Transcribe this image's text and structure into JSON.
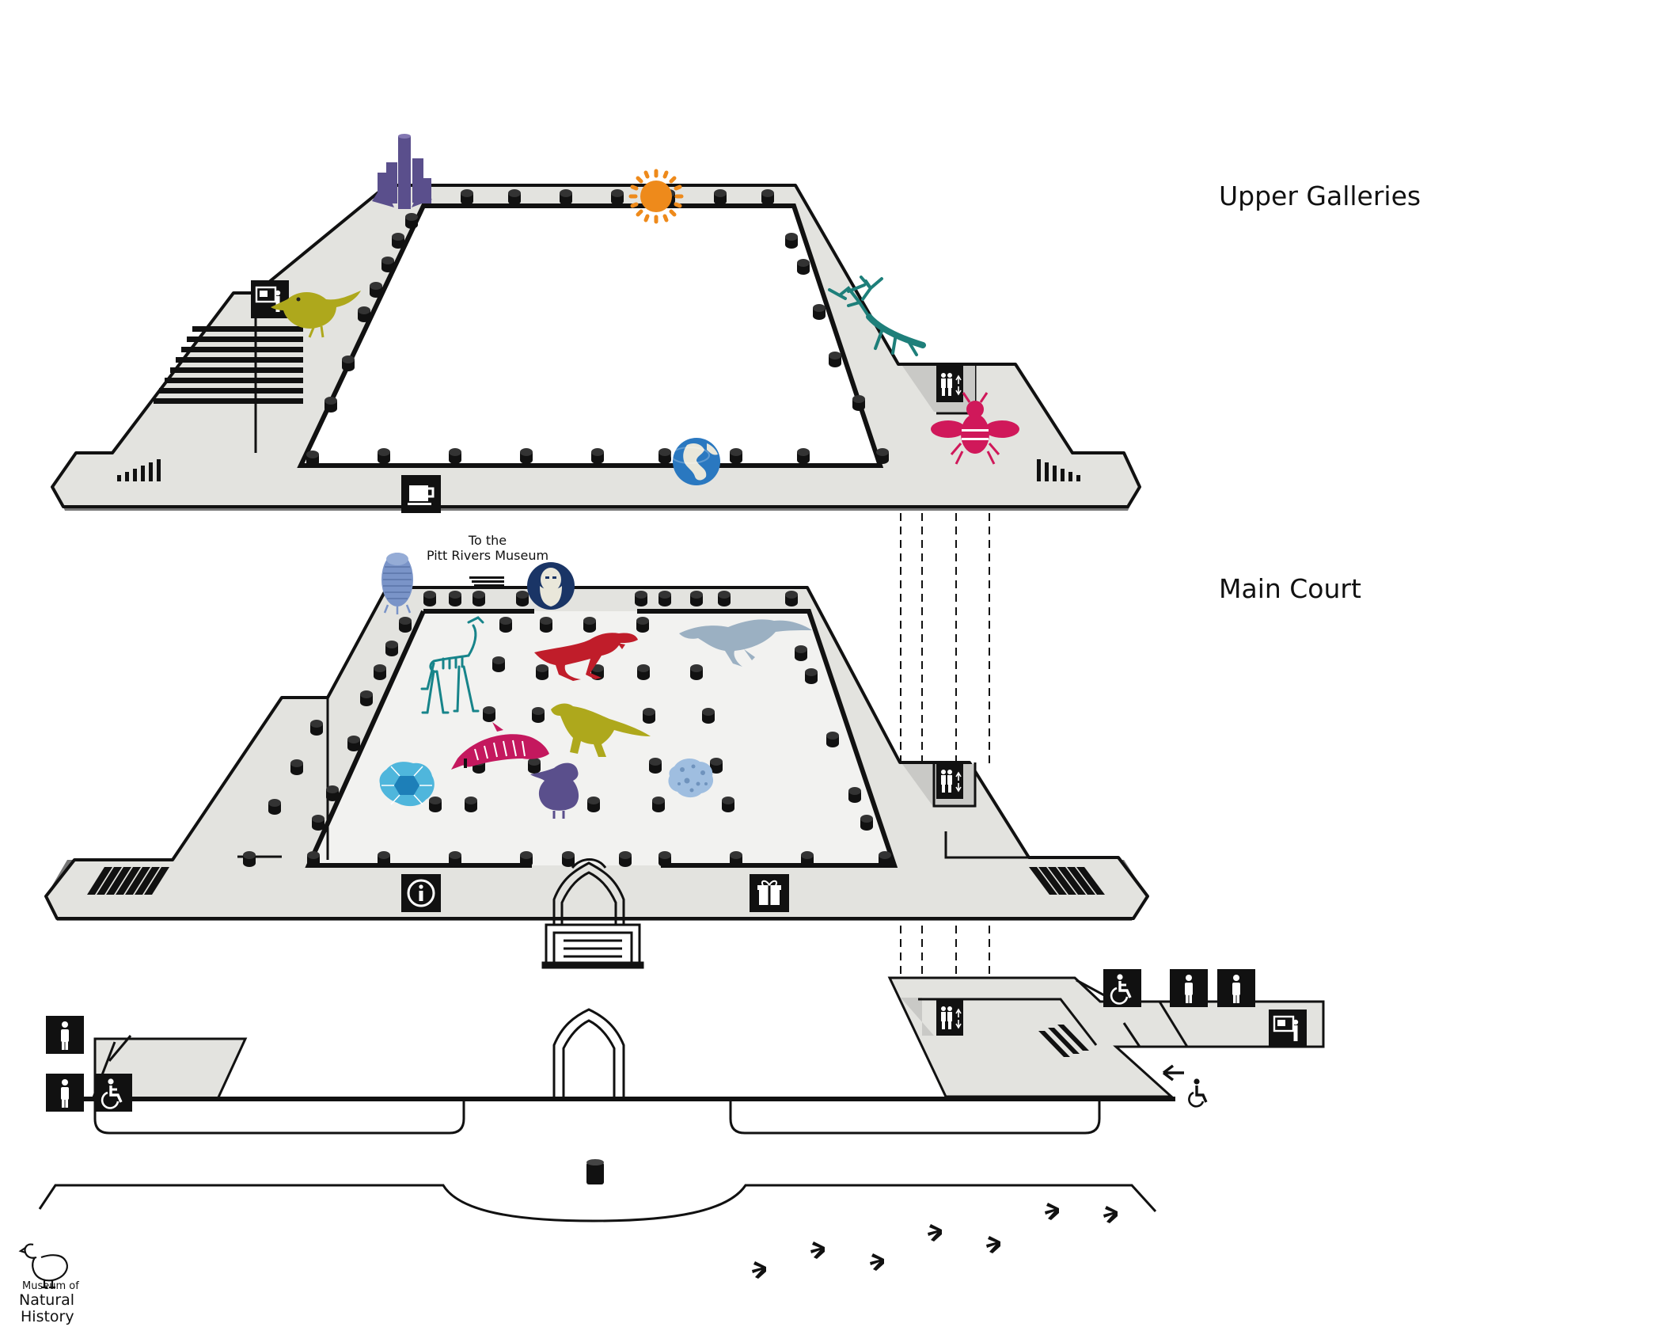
{
  "levels": {
    "upper": "Upper Galleries",
    "main": "Main Court"
  },
  "pitt_rivers": {
    "line1": "To the",
    "line2": "Pitt Rivers Museum"
  },
  "logo": {
    "line1": "Museum of",
    "line2": "Natural",
    "line3": "History"
  },
  "colors": {
    "floor": "#e3e3df",
    "court": "#f2f2f0",
    "outline": "#111111",
    "mineral": "#5a4f8c",
    "sun": "#ee8a1b",
    "bird": "#aea81c",
    "mantis": "#1e7f7a",
    "bee": "#d0185a",
    "earth": "#2a78c0",
    "trilobite": "#7a94c8",
    "darwin": "#1a3566",
    "iguanodon_skeleton": "#17848a",
    "t_rex": "#c01d2a",
    "plesiosaur": "#9bb0c2",
    "iguanodon": "#aea81c",
    "dolphin": "#c4185e",
    "dodo": "#5a4f8c",
    "crystal": "#4fb6dc",
    "meteorite": "#9fbee0"
  },
  "icons": [
    "lift-icon",
    "toilet-icon",
    "accessible-toilet-icon",
    "baby-change-icon",
    "cafe-icon",
    "information-icon",
    "shop-icon",
    "stairs-icon",
    "accessible-entrance-icon",
    "dinosaur-footprint-icon",
    "dodo-logo-icon"
  ]
}
